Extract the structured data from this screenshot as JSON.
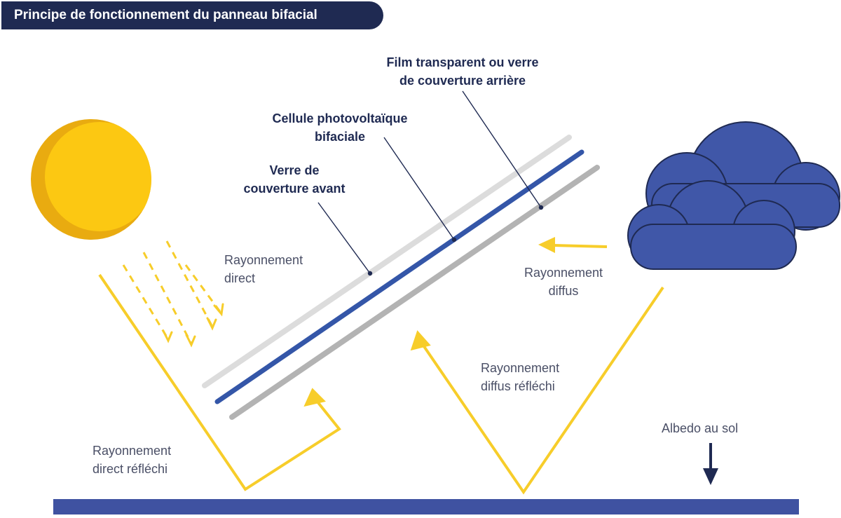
{
  "title": "Principe de fonctionnement du panneau bifacial",
  "labels": {
    "film": [
      "Film transparent ou verre",
      "de couverture arrière"
    ],
    "cellule": [
      "Cellule photovoltaïque",
      "bifaciale"
    ],
    "verre_avant": [
      "Verre de",
      "couverture avant"
    ],
    "ray_direct": [
      "Rayonnement",
      "direct"
    ],
    "ray_diffus": [
      "Rayonnement",
      "diffus"
    ],
    "ray_diffus_reflechi": [
      "Rayonnement",
      "diffus réfléchi"
    ],
    "ray_direct_reflechi": [
      "Rayonnement",
      "direct réfléchi"
    ],
    "albedo": "Albedo au sol"
  },
  "colors": {
    "navy": "#1f2a52",
    "sun": "#fcc812",
    "sun_shadow": "#e9ab10",
    "ray": "#f7cd2a",
    "cloud": "#4057a8",
    "ground": "#3f52a1",
    "glass_front": "#dcdcdc",
    "cell": "#3456a8",
    "glass_back": "#b3b3b3"
  }
}
